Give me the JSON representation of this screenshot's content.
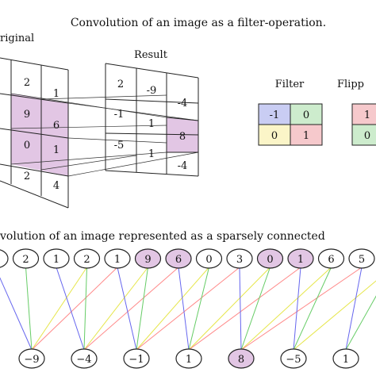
{
  "title_top": "Convolution of an image as a filter-operation.",
  "title_bottom": "volution of an image represented as a sparsely connected",
  "label_original": "riginal",
  "label_result": "Result",
  "label_filter": "Filter",
  "label_flipped": "Flipp",
  "original": {
    "rows": [
      [
        "",
        "2",
        "1"
      ],
      [
        "",
        "9",
        "6"
      ],
      [
        "",
        "0",
        "1"
      ],
      [
        "",
        "2",
        "4"
      ]
    ],
    "highlighted": [
      [
        1,
        1
      ],
      [
        1,
        2
      ],
      [
        2,
        1
      ],
      [
        2,
        2
      ]
    ]
  },
  "result": {
    "rows": [
      [
        "2",
        "-9",
        "-4"
      ],
      [
        "-1",
        "1",
        ""
      ],
      [
        "-5",
        "1",
        "8"
      ],
      [
        "",
        "",
        "-4"
      ]
    ],
    "partial": {
      "r1c3": "",
      "r2c3": "8",
      "r3c3": "-4",
      "r0c3": "-4"
    }
  },
  "filter": [
    [
      "-1",
      "0"
    ],
    [
      "0",
      "1"
    ]
  ],
  "flipped": [
    [
      "1"
    ],
    [
      "0"
    ]
  ],
  "colors": {
    "highlight": "#e2c6e4",
    "filter_blue": "#c9cdf3",
    "filter_green": "#cdeccd",
    "filter_yellow": "#fbf5c8",
    "filter_red": "#f6c9cc",
    "grid": "#222222",
    "line_red": "#ff8888",
    "line_green": "#66cc66",
    "line_blue": "#6666ee",
    "line_yellow": "#e6e64a"
  },
  "input_nodes": [
    "",
    "2",
    "1",
    "2",
    "1",
    "9",
    "6",
    "0",
    "3",
    "0",
    "1",
    "6",
    "5",
    ""
  ],
  "input_highlighted": [
    5,
    6,
    9,
    10
  ],
  "output_nodes": [
    "−9",
    "−4",
    "−1",
    "1",
    "8",
    "−5",
    "1"
  ],
  "output_highlighted": [
    4
  ]
}
